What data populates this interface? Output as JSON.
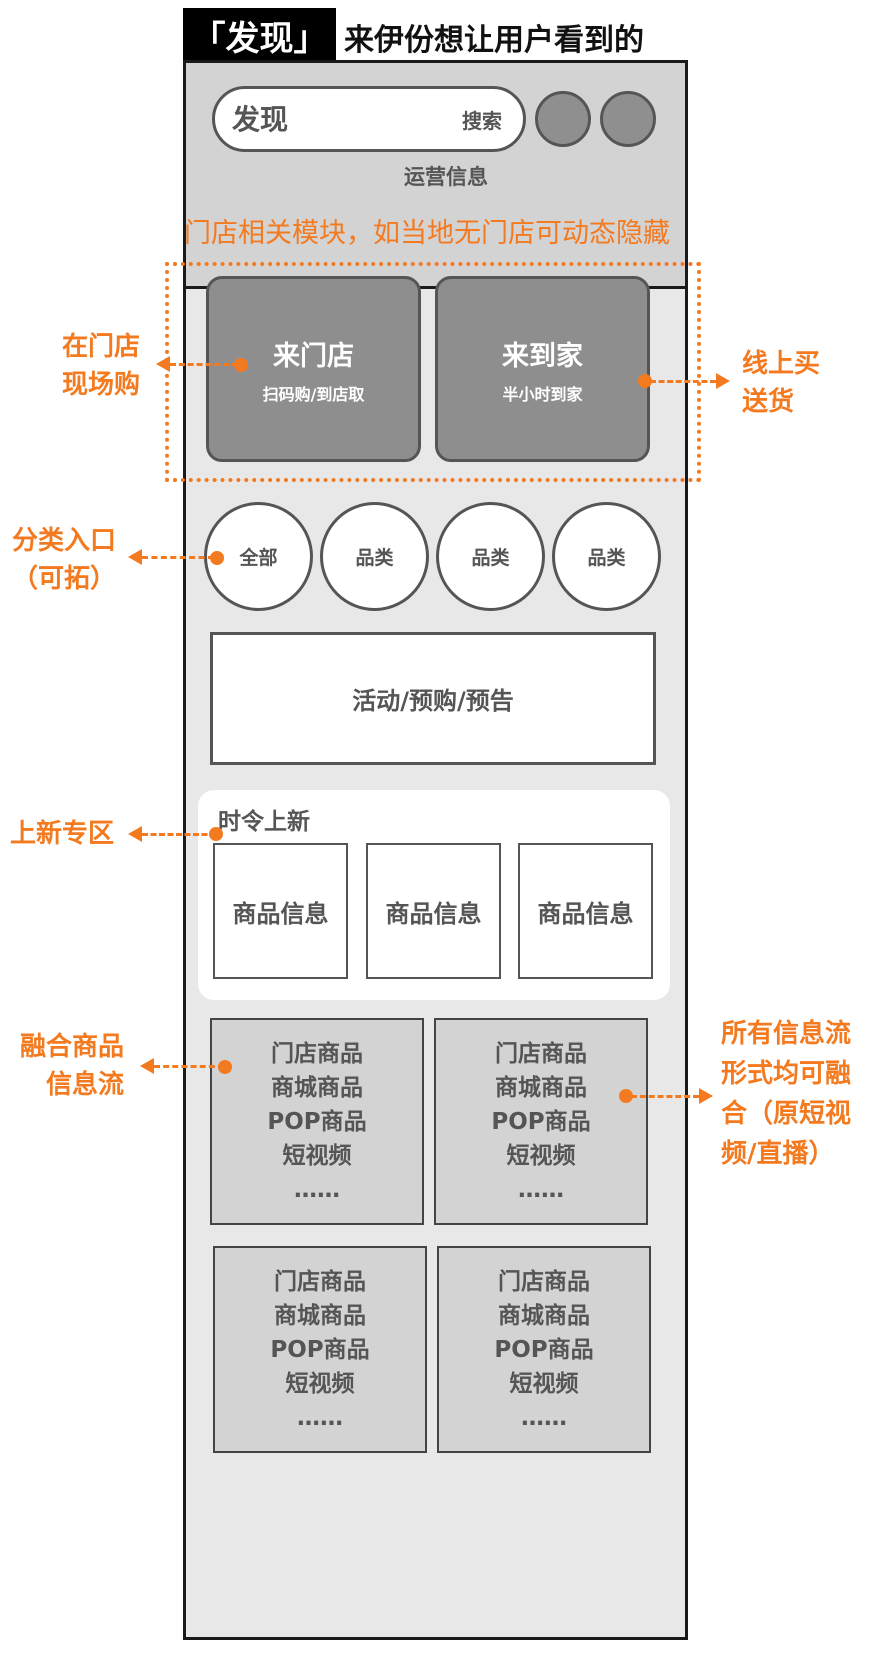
{
  "header": {
    "tag": "「发现」",
    "subtitle": "来伊份想让用户看到的"
  },
  "top": {
    "search_title": "发现",
    "search_button": "搜索",
    "ops_info": "运营信息",
    "store_note": "门店相关模块，如当地无门店可动态隐藏"
  },
  "store_cards": [
    {
      "title": "来门店",
      "subtitle": "扫码购/到店取"
    },
    {
      "title": "来到家",
      "subtitle": "半小时到家"
    }
  ],
  "categories": [
    "全部",
    "品类",
    "品类",
    "品类"
  ],
  "promo": "活动/预购/预告",
  "new_section": {
    "title": "时令上新",
    "items": [
      "商品信息",
      "商品信息",
      "商品信息"
    ]
  },
  "feed_lines": [
    "门店商品",
    "商城商品",
    "POP商品",
    "短视频",
    "……"
  ],
  "annotations": {
    "in_store_line1": "在门店",
    "in_store_line2": "现场购",
    "online_line1": "线上买",
    "online_line2": "送货",
    "category_line1": "分类入口",
    "category_line2": "（可拓）",
    "new_zone": "上新专区",
    "merged_line1": "融合商品",
    "merged_line2": "信息流",
    "all_feed_line1": "所有信息流",
    "all_feed_line2": "形式均可融",
    "all_feed_line3": "合（原短视",
    "all_feed_line4": "频/直播）"
  },
  "colors": {
    "accent": "#f47a20",
    "card_dark": "#8e8e8e",
    "panel_gray": "#d3d3d3",
    "frame": "#1a1a1a"
  }
}
